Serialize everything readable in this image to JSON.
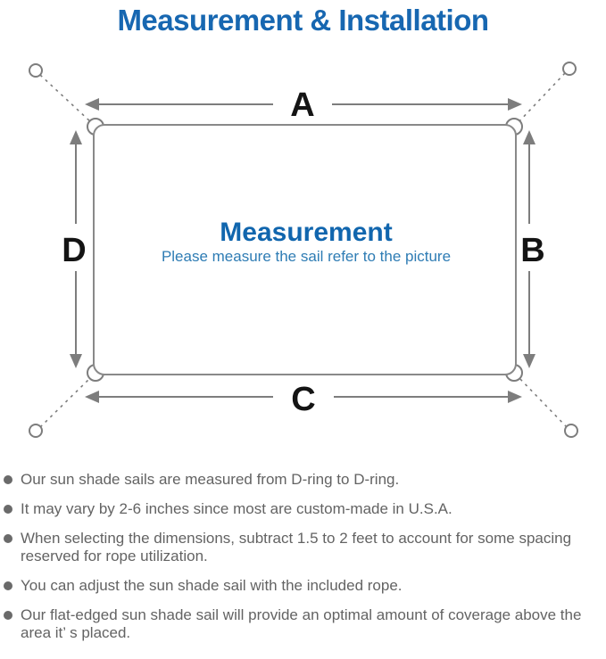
{
  "title": "Measurement & Installation",
  "diagram": {
    "center_heading": "Measurement",
    "center_subheading": "Please measure the sail refer to the picture",
    "side_labels": {
      "top": "A",
      "right": "B",
      "bottom": "C",
      "left": "D"
    }
  },
  "notes": [
    "Our sun shade sails are measured from D-ring to D-ring.",
    "It may vary by 2-6 inches since most are custom-made in U.S.A.",
    "When selecting the dimensions, subtract 1.5 to 2 feet to account for some spacing reserved for rope utilization.",
    "You can adjust the sun shade sail with the included rope.",
    "Our flat-edged sun shade sail will provide an optimal amount of coverage above the area it’ s placed."
  ],
  "colors": {
    "title_blue": "#1767b1",
    "heading_blue": "#1166ae",
    "subheading_blue": "#2e7cb4",
    "line_gray": "#7d7d7d",
    "label_black": "#141414",
    "note_gray": "#636363"
  }
}
